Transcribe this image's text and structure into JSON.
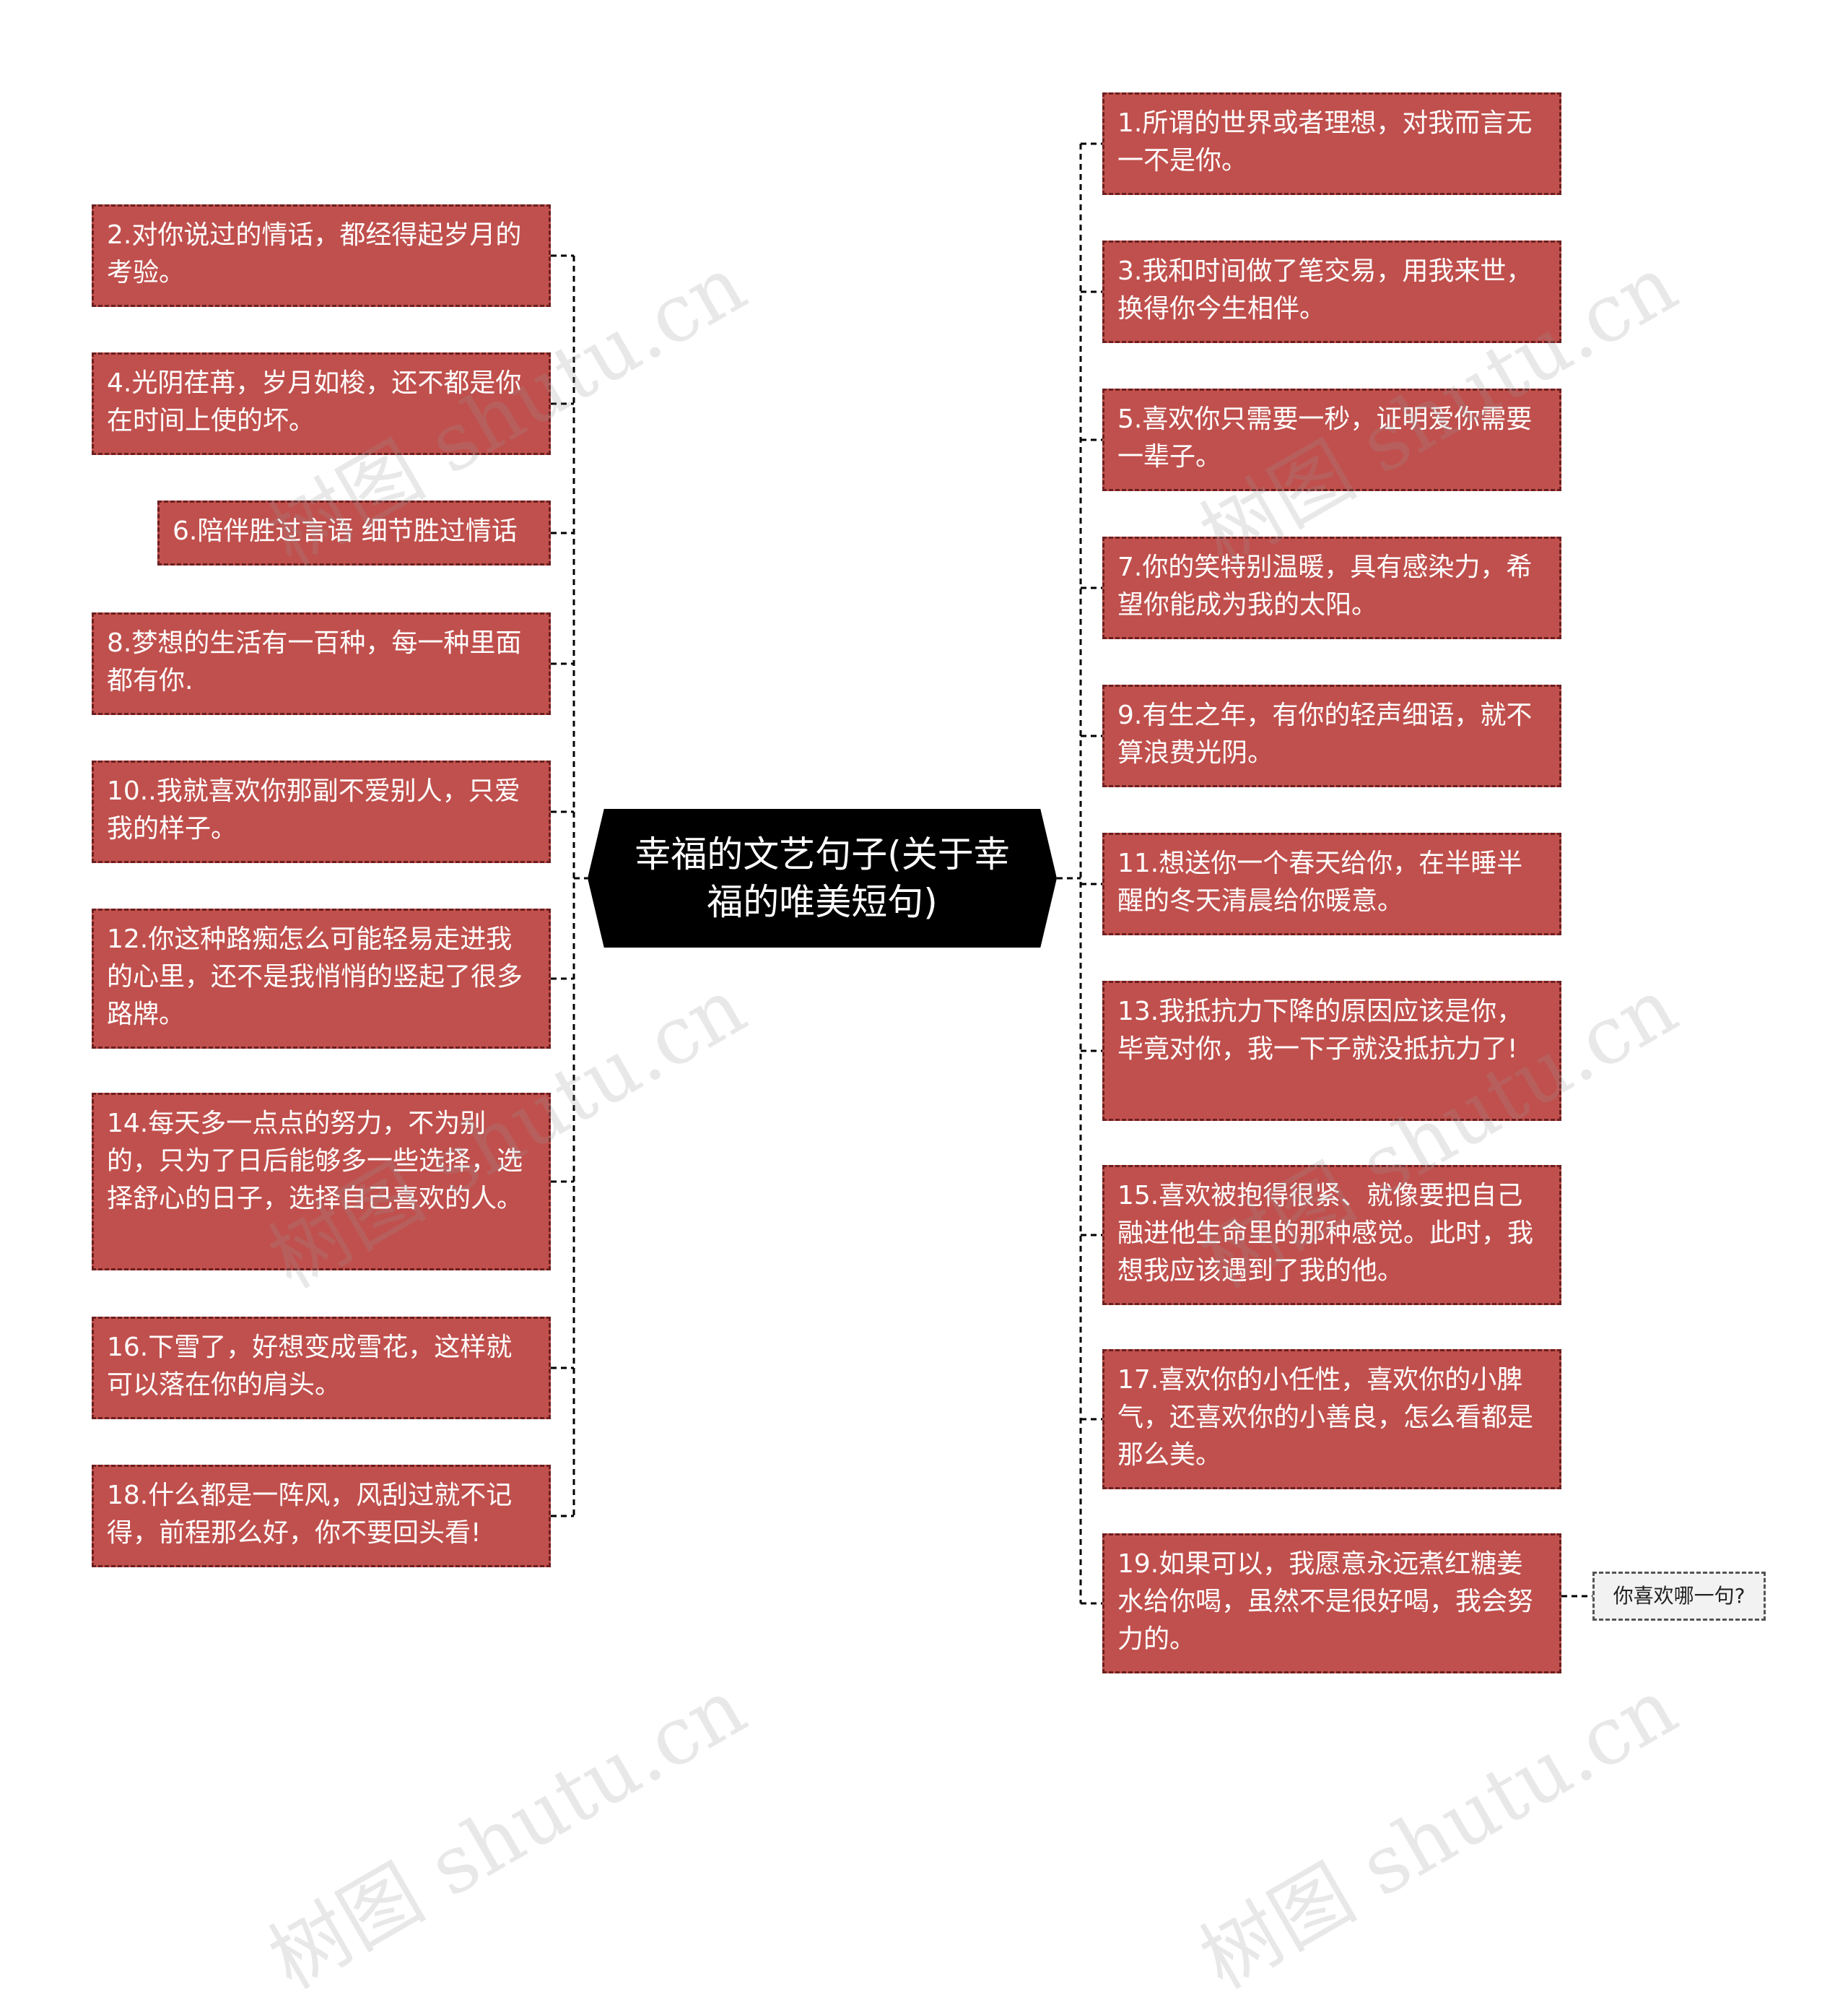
{
  "center": {
    "title": "幸福的文艺句子(关于幸福的唯美短句)"
  },
  "left_nodes": [
    "2.对你说过的情话，都经得起岁月的考验。",
    "4.光阴荏苒，岁月如梭，还不都是你在时间上使的坏。",
    "6.陪伴胜过言语 细节胜过情话",
    "8.梦想的生活有一百种，每一种里面都有你.",
    "10..我就喜欢你那副不爱别人，只爱我的样子。",
    "12.你这种路痴怎么可能轻易走进我的心里，还不是我悄悄的竖起了很多路牌。",
    "14.每天多一点点的努力，不为别的，只为了日后能够多一些选择，选择舒心的日子，选择自己喜欢的人。",
    "16.下雪了，好想变成雪花，这样就可以落在你的肩头。",
    "18.什么都是一阵风，风刮过就不记得，前程那么好，你不要回头看!"
  ],
  "right_nodes": [
    "1.所谓的世界或者理想，对我而言无一不是你。",
    "3.我和时间做了笔交易，用我来世，换得你今生相伴。",
    "5.喜欢你只需要一秒，证明爱你需要一辈子。",
    "7.你的笑特别温暖，具有感染力，希望你能成为我的太阳。",
    "9.有生之年，有你的轻声细语，就不算浪费光阴。",
    "11.想送你一个春天给你，在半睡半醒的冬天清晨给你暖意。",
    "13.我抵抗力下降的原因应该是你，毕竟对你，我一下子就没抵抗力了!",
    "15.喜欢被抱得很紧、就像要把自己融进他生命里的那种感觉。此时，我想我应该遇到了我的他。",
    "17.喜欢你的小任性，喜欢你的小脾气，还喜欢你的小善良，怎么看都是那么美。",
    "19.如果可以，我愿意永远煮红糖姜水给你喝，虽然不是很好喝，我会努力的。"
  ],
  "extra_node": {
    "text": "你喜欢哪一句?"
  },
  "watermark": {
    "text": "树图 shutu.cn"
  },
  "colors": {
    "node_fill": "#c0504d",
    "node_border": "#6b1f1f",
    "center_fill": "#000000",
    "connector": "#000000"
  }
}
